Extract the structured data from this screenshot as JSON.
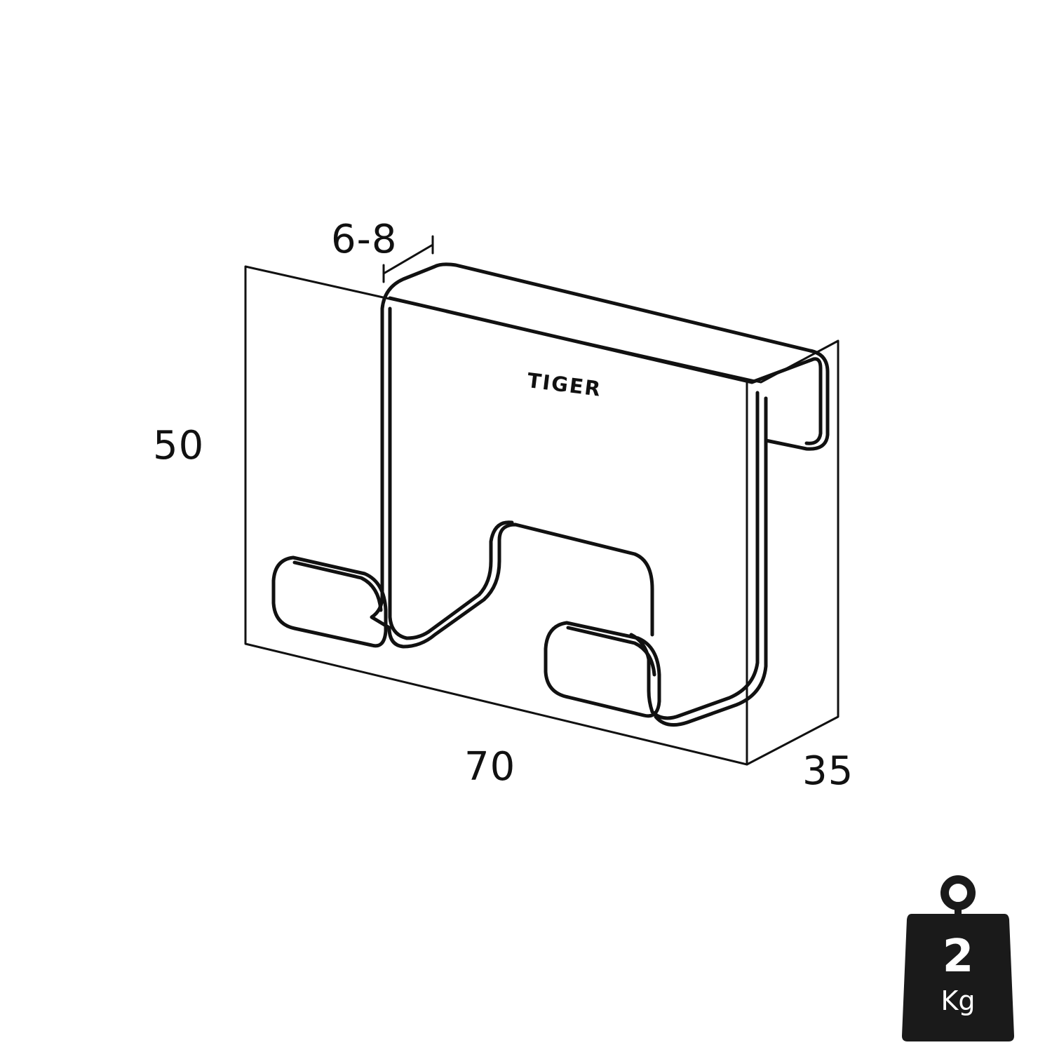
{
  "diagram": {
    "type": "technical dimension drawing",
    "subject": "over-door double hook",
    "brand_logo": "TIGER",
    "dimensions": {
      "thickness_range": "6-8",
      "height": "50",
      "width": "70",
      "depth": "35"
    },
    "load_badge": {
      "icon": "weight-icon",
      "value": "2",
      "unit": "Kg"
    },
    "colors": {
      "line": "#111111",
      "background": "#ffffff",
      "badge_fill": "#1a1a1a",
      "badge_text": "#ffffff"
    }
  }
}
